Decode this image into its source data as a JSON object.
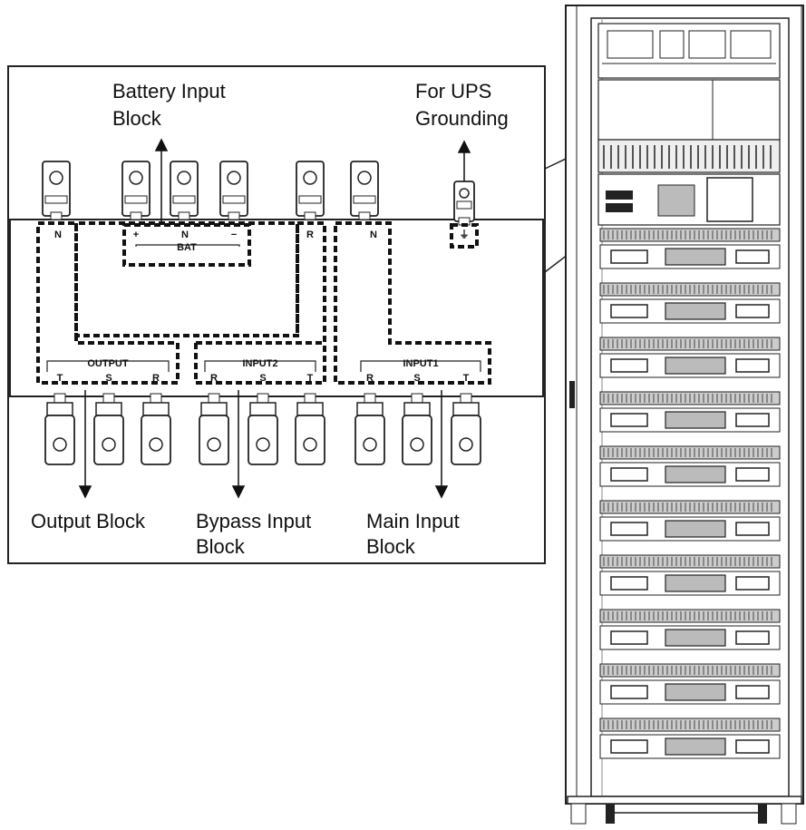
{
  "labels": {
    "battery_input_block": [
      "Battery Input",
      "Block"
    ],
    "ups_grounding": [
      "For UPS",
      "Grounding"
    ],
    "output_block": "Output Block",
    "bypass_input_block": [
      "Bypass Input",
      "Block"
    ],
    "main_input_block": [
      "Main Input",
      "Block"
    ]
  },
  "groups": {
    "bat": "BAT",
    "output": "OUTPUT",
    "input2": "INPUT2",
    "input1": "INPUT1"
  },
  "top_terminals": [
    {
      "name": "out-n",
      "mark": "N"
    },
    {
      "name": "bat-plus",
      "mark": "+"
    },
    {
      "name": "bat-n",
      "mark": "N"
    },
    {
      "name": "bat-minus",
      "mark": "−"
    },
    {
      "name": "in2-r-top",
      "mark": "R"
    },
    {
      "name": "in1-n",
      "mark": "N"
    },
    {
      "name": "ground",
      "mark": "⏚"
    }
  ],
  "bottom_terminals": [
    {
      "name": "out-t",
      "mark": "T"
    },
    {
      "name": "out-s",
      "mark": "S"
    },
    {
      "name": "out-r",
      "mark": "R"
    },
    {
      "name": "in2-r",
      "mark": "R"
    },
    {
      "name": "in2-s",
      "mark": "S"
    },
    {
      "name": "in2-t",
      "mark": "T"
    },
    {
      "name": "in1-r",
      "mark": "R"
    },
    {
      "name": "in1-s",
      "mark": "S"
    },
    {
      "name": "in1-t",
      "mark": "T"
    }
  ]
}
